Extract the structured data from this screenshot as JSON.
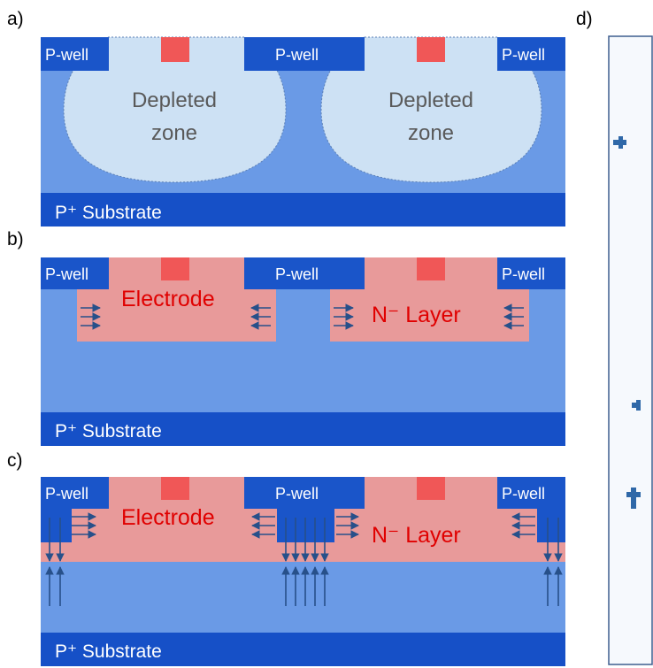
{
  "panels": {
    "a": {
      "label": "a)",
      "wells": [
        "P-well",
        "P-well",
        "P-well"
      ],
      "depleted": [
        "Depleted",
        "zone"
      ],
      "substrate": "P⁺ Substrate"
    },
    "b": {
      "label": "b)",
      "wells": [
        "P-well",
        "P-well",
        "P-well"
      ],
      "electrode": "Electrode",
      "nlayer": "N⁻ Layer",
      "substrate": "P⁺ Substrate"
    },
    "c": {
      "label": "c)",
      "wells": [
        "P-well",
        "P-well",
        "P-well"
      ],
      "electrode": "Electrode",
      "nlayer": "N⁻ Layer",
      "substrate": "P⁺ Substrate"
    },
    "d": {
      "label": "d)"
    }
  },
  "colors": {
    "bulk": "#6a9ae6",
    "bulk_top": "#4f87e3",
    "substrate": "#1650c7",
    "well": "#1a55c9",
    "pad": "#f05757",
    "depleted": "#cde1f4",
    "nlayer": "#e89a9a",
    "arrow": "#27508a",
    "marker": "#2f68a8",
    "frame": "#3f5f8f"
  }
}
